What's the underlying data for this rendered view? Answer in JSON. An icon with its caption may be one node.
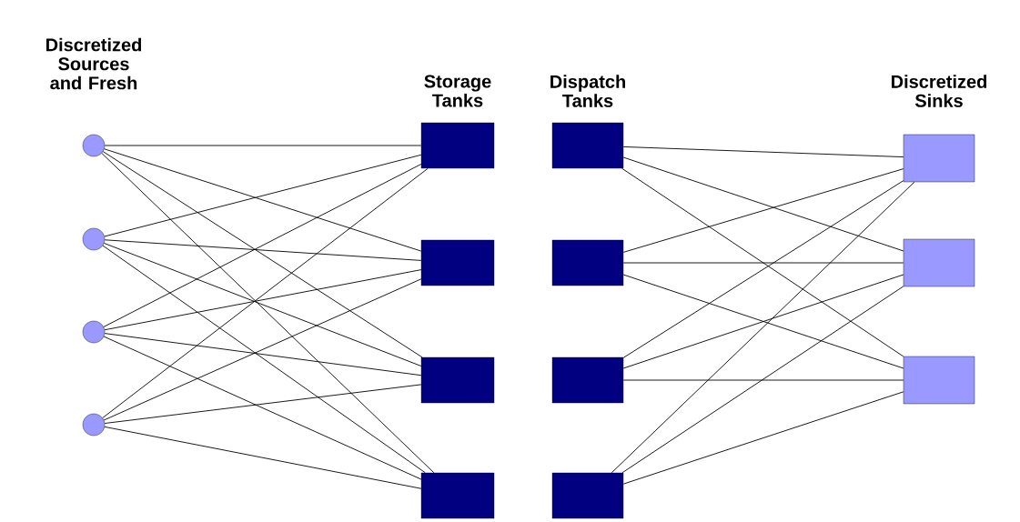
{
  "diagram": {
    "nodes": [
      {
        "text": [],
        "shape": "circle"
      },
      {
        "text": [],
        "shape": "circle"
      },
      {
        "text": [],
        "shape": "circle"
      },
      {
        "text": [],
        "shape": "circle"
      },
      {
        "text": [],
        "shape": "box"
      },
      {
        "text": [],
        "shape": "box"
      },
      {
        "text": [],
        "shape": "box"
      },
      {
        "text": [],
        "shape": "box"
      },
      {
        "text": [],
        "shape": "box"
      },
      {
        "text": [],
        "shape": "box"
      },
      {
        "text": [],
        "shape": "box"
      },
      {
        "text": [],
        "shape": "box"
      },
      {
        "text": [],
        "shape": "box"
      },
      {
        "text": [],
        "shape": "box"
      },
      {
        "text": [],
        "shape": "box"
      }
    ],
    "edges": [
      {
        "from": 0,
        "to": 4,
        "arrow": "none"
      },
      {
        "from": 0,
        "to": 5,
        "arrow": "none"
      },
      {
        "from": 0,
        "to": 6,
        "arrow": "none"
      },
      {
        "from": 0,
        "to": 7,
        "arrow": "none"
      },
      {
        "from": 1,
        "to": 4,
        "arrow": "none"
      },
      {
        "from": 1,
        "to": 5,
        "arrow": "none"
      },
      {
        "from": 1,
        "to": 6,
        "arrow": "none"
      },
      {
        "from": 1,
        "to": 7,
        "arrow": "none"
      },
      {
        "from": 2,
        "to": 4,
        "arrow": "none"
      },
      {
        "from": 2,
        "to": 5,
        "arrow": "none"
      },
      {
        "from": 2,
        "to": 6,
        "arrow": "none"
      },
      {
        "from": 2,
        "to": 7,
        "arrow": "none"
      },
      {
        "from": 3,
        "to": 4,
        "arrow": "none"
      },
      {
        "from": 3,
        "to": 5,
        "arrow": "none"
      },
      {
        "from": 3,
        "to": 6,
        "arrow": "none"
      },
      {
        "from": 3,
        "to": 7,
        "arrow": "none"
      },
      {
        "from": 8,
        "to": 12,
        "arrow": "none"
      },
      {
        "from": 8,
        "to": 13,
        "arrow": "none"
      },
      {
        "from": 8,
        "to": 14,
        "arrow": "none"
      },
      {
        "from": 9,
        "to": 12,
        "arrow": "none"
      },
      {
        "from": 9,
        "to": 13,
        "arrow": "none"
      },
      {
        "from": 9,
        "to": 14,
        "arrow": "none"
      },
      {
        "from": 10,
        "to": 12,
        "arrow": "none"
      },
      {
        "from": 10,
        "to": 13,
        "arrow": "none"
      },
      {
        "from": 10,
        "to": 14,
        "arrow": "none"
      },
      {
        "from": 11,
        "to": 12,
        "arrow": "none"
      },
      {
        "from": 11,
        "to": 13,
        "arrow": "none"
      },
      {
        "from": 11,
        "to": 14,
        "arrow": "none"
      }
    ],
    "labels": [
      "Discretized Sources and Fresh",
      "Storage Tanks",
      "Dispatch Tanks",
      "Discretized Sinks"
    ]
  }
}
